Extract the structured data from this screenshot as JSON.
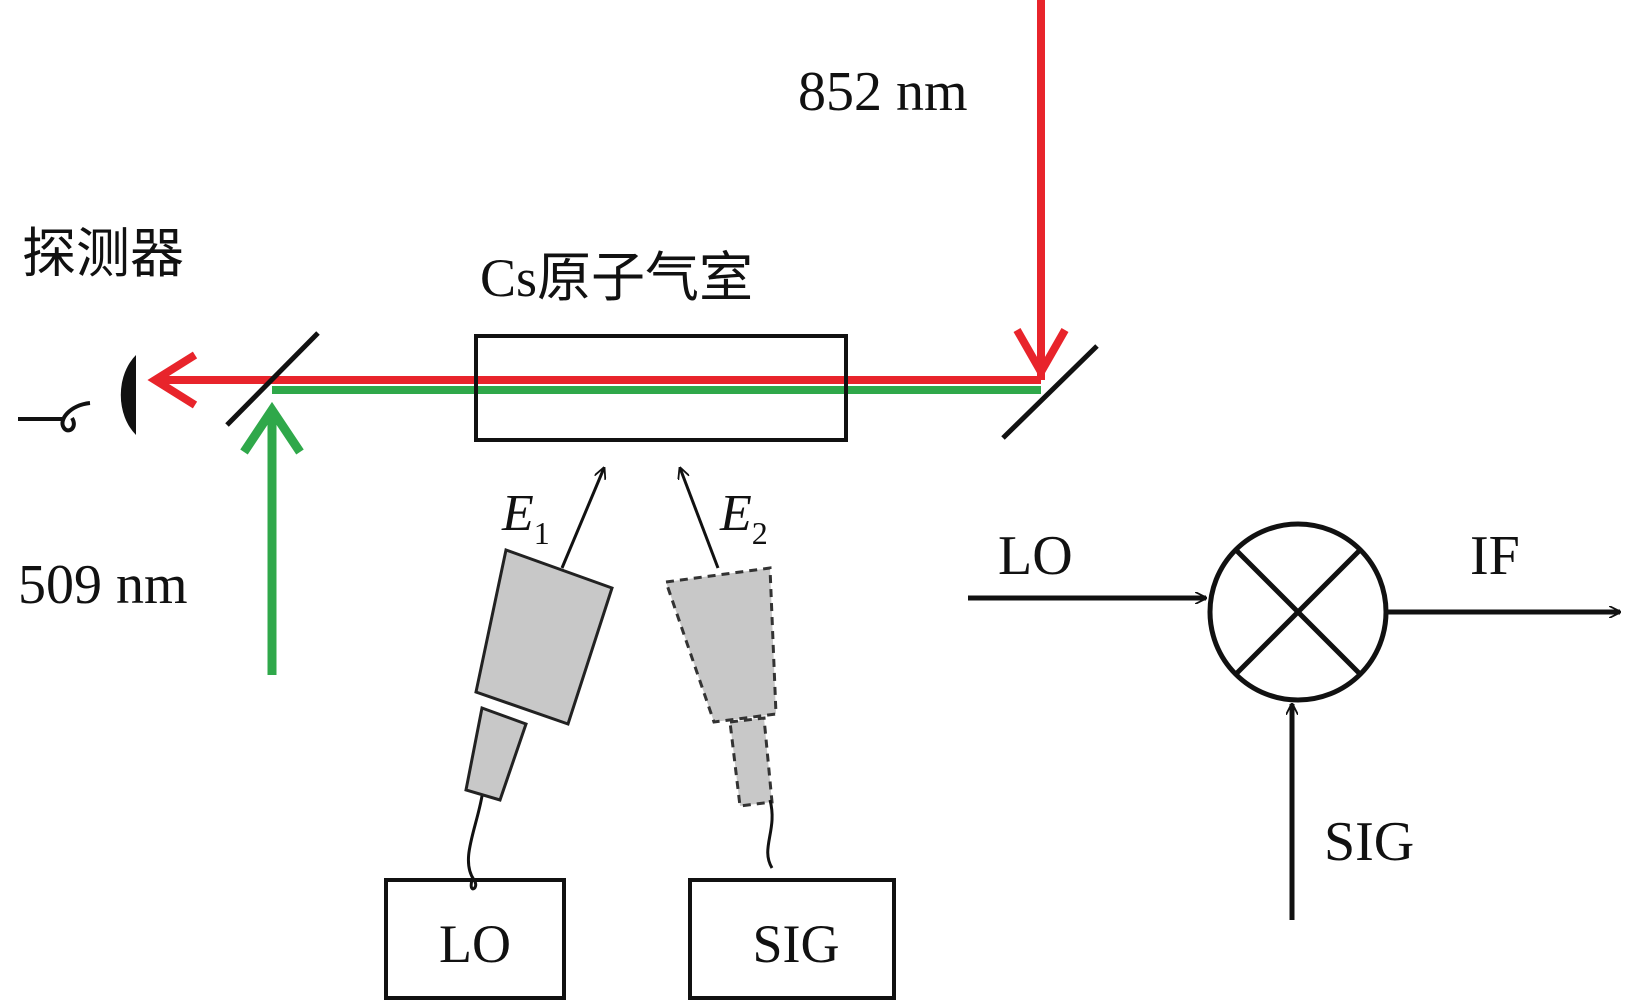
{
  "labels": {
    "wavelength_852": "852 nm",
    "wavelength_509": "509 nm",
    "detector": "探测器",
    "cell": "Cs原子气室",
    "field1_letter": "E",
    "field1_sub": "1",
    "field2_letter": "E",
    "field2_sub": "2",
    "box_lo": "LO",
    "box_sig": "SIG",
    "mixer_lo": "LO",
    "mixer_if": "IF",
    "mixer_sig": "SIG"
  },
  "colors": {
    "beam_852": "#e8242b",
    "beam_509": "#2fa84a",
    "horn_fill": "#c8c8c8",
    "line": "#111111"
  },
  "icons": {
    "detector": "photodiode-icon",
    "mixer": "mixer-cross-icon"
  }
}
